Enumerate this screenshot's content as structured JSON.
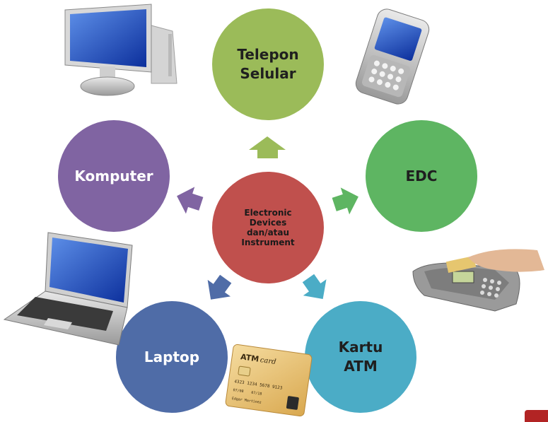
{
  "center": {
    "label": "Electronic\nDevices\ndan/atau\nInstrument",
    "color": "#c0504d"
  },
  "nodes": [
    {
      "key": "telepon",
      "label": "Telepon\nSelular",
      "color": "#9bbb59",
      "text_color": "#1f1f1f"
    },
    {
      "key": "edc",
      "label": "EDC",
      "color": "#5eb562",
      "text_color": "#1f1f1f"
    },
    {
      "key": "kartu",
      "label": "Kartu\nATM",
      "color": "#4bacc6",
      "text_color": "#1f1f1f"
    },
    {
      "key": "laptop",
      "label": "Laptop",
      "color": "#4f6ca7",
      "text_color": "#ffffff"
    },
    {
      "key": "komputer",
      "label": "Komputer",
      "color": "#8064a2",
      "text_color": "#ffffff"
    }
  ],
  "arrow_colors": {
    "telepon": "#9bbb59",
    "edc": "#5eb562",
    "kartu": "#4bacc6",
    "laptop": "#4f6ca7",
    "komputer": "#8064a2"
  },
  "atm_card": {
    "brand": "ATM",
    "brand_suffix": "card",
    "number": "4323 1234 5678 9123",
    "valid_from": "07/08",
    "expires": "07/18",
    "holder": "Edgar Martinez"
  },
  "icons": [
    "desktop-computer-icon",
    "mobile-phone-icon",
    "laptop-icon",
    "edc-terminal-icon",
    "atm-card-icon"
  ]
}
